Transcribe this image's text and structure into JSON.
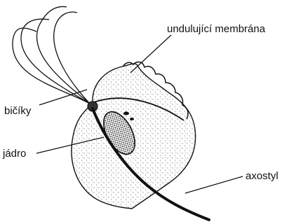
{
  "labels": {
    "undulating_membrane": "undulující membrána",
    "flagella": "bičíky",
    "nucleus": "jádro",
    "axostyle": "axostyl"
  },
  "colors": {
    "ink": "#111111",
    "background": "#ffffff"
  }
}
